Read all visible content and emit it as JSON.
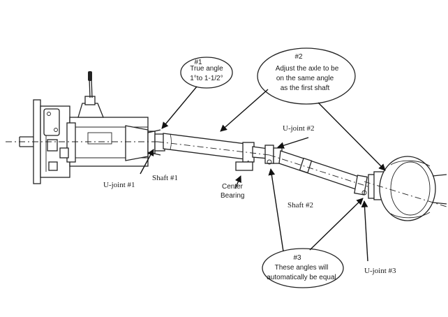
{
  "callouts": {
    "c1": {
      "num": "#1",
      "line1": "True angle",
      "line2": "1°to 1-1/2°"
    },
    "c2": {
      "num": "#2",
      "line1": "Adjust the axle to be",
      "line2": "on the same angle",
      "line3": "as the first shaft"
    },
    "c3": {
      "num": "#3",
      "line1": "These angles will",
      "line2": "automatically be equal"
    }
  },
  "labels": {
    "ujoint1": "U-joint #1",
    "ujoint2": "U-joint #2",
    "ujoint3": "U-joint #3",
    "shaft1": "Shaft #1",
    "shaft2": "Shaft #2",
    "center_line1": "Center",
    "center_line2": "Bearing"
  }
}
